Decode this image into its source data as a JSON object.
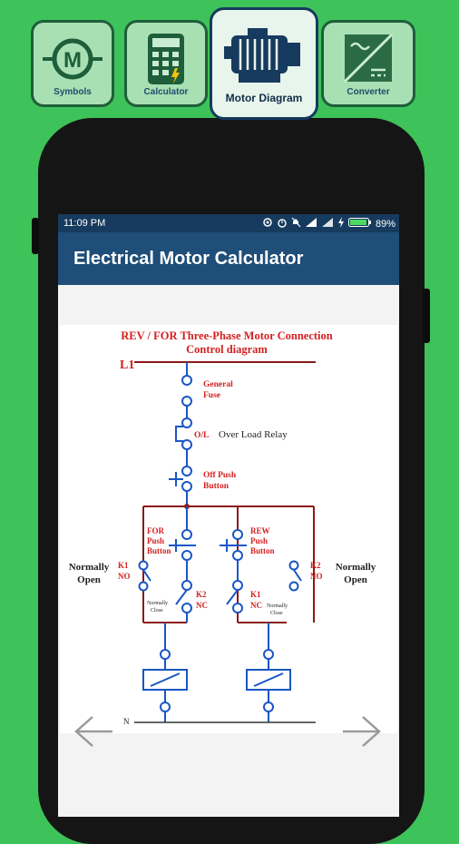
{
  "tabs": [
    {
      "label": "Symbols",
      "icon": "motor-symbol-icon"
    },
    {
      "label": "Calculator",
      "icon": "calculator-icon"
    },
    {
      "label": "Motor Diagram",
      "icon": "electric-motor-icon",
      "active": true
    },
    {
      "label": "Converter",
      "icon": "converter-icon"
    }
  ],
  "status_bar": {
    "time": "11:09 PM",
    "battery": "89%"
  },
  "app_bar": {
    "title": "Electrical Motor Calculator"
  },
  "diagram": {
    "title_line1": "REV / FOR Three-Phase Motor Connection",
    "title_line2": "Control diagram",
    "line_label": "L1",
    "neutral_label": "N",
    "fuse_label_1": "General",
    "fuse_label_2": "Fuse",
    "ol_label": "O/L",
    "ol_text": "Over Load Relay",
    "off_label_1": "Off Push",
    "off_label_2": "Button",
    "for_label_1": "FOR",
    "for_label_2": "Push",
    "for_label_3": "Button",
    "rew_label_1": "REW",
    "rew_label_2": "Push",
    "rew_label_3": "Button",
    "k1_no_1": "K1",
    "k1_no_2": "NO",
    "k2_no_1": "K2",
    "k2_no_2": "NO",
    "k2_nc_1": "K2",
    "k2_nc_2": "NC",
    "k1_nc_1": "K1",
    "k1_nc_2": "NC",
    "nc_small_1": "Normally",
    "nc_small_2": "Close",
    "no_left_1": "Normally",
    "no_left_2": "Open",
    "no_right_1": "Normally",
    "no_right_2": "Open"
  },
  "colors": {
    "background": "#3ec25a",
    "app_bar": "#1f4e78",
    "status_bar": "#173b5e",
    "wire_blue": "#1a56c4",
    "wire_brown": "#8b1a1a",
    "label_red": "#d42020"
  }
}
